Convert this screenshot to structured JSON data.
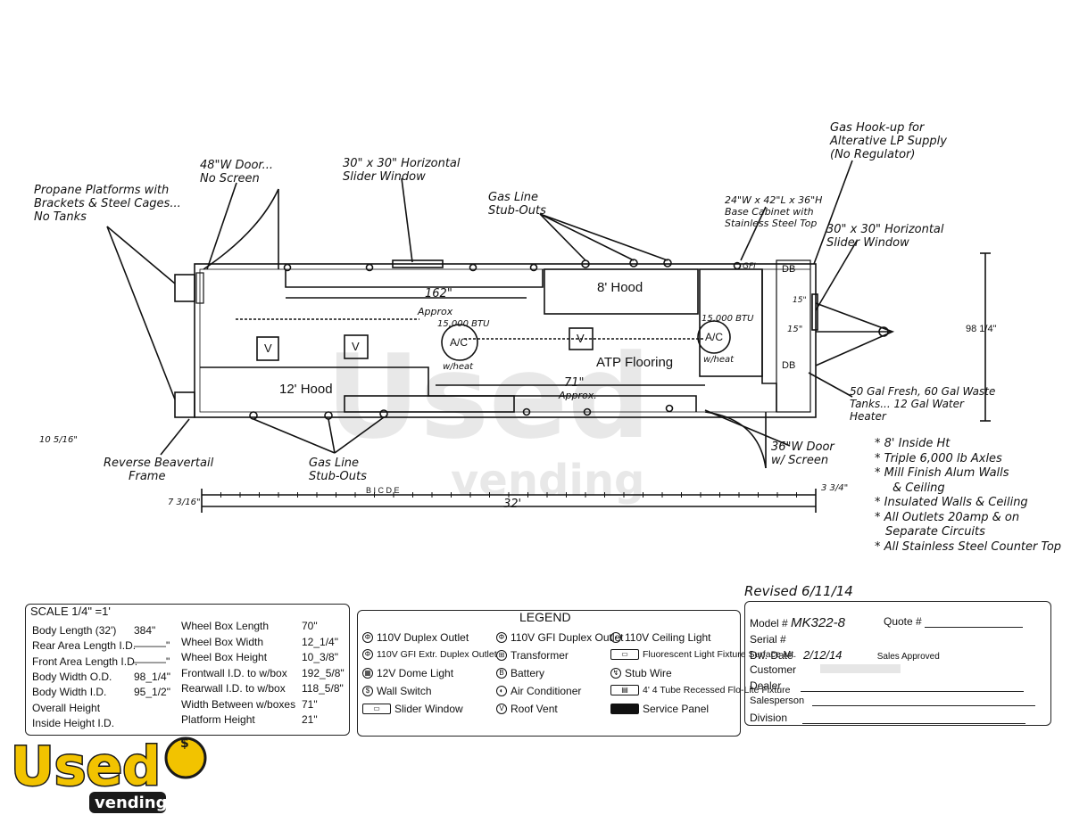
{
  "annotations": {
    "propane": [
      "Propane Platforms with",
      "Brackets & Steel Cages...",
      "No Tanks"
    ],
    "door48": [
      "48\"W Door...",
      "No Screen"
    ],
    "slider_top": [
      "30\" x 30\" Horizontal",
      "Slider Window"
    ],
    "gas_line_top": [
      "Gas Line",
      "Stub-Outs"
    ],
    "base_cabinet": [
      "24\"W x 42\"L x 36\"H",
      "Base Cabinet with",
      "Stainless Steel Top"
    ],
    "gas_hookup": [
      "Gas Hook-up for",
      "Alterative LP Supply",
      "(No Regulator)"
    ],
    "slider_right": [
      "30\" x 30\" Horizontal",
      "Slider Window"
    ],
    "tanks": [
      "50 Gal Fresh, 60 Gal Waste",
      "Tanks... 12 Gal Water",
      "Heater"
    ],
    "door36": [
      "36\"W Door",
      "w/ Screen"
    ],
    "gas_line_bottom": [
      "Gas Line",
      "Stub-Outs"
    ],
    "beavertail": [
      "Reverse Beavertail",
      "Frame"
    ]
  },
  "plan_labels": {
    "hood8": "8' Hood",
    "hood12": "12' Hood",
    "atp": "ATP Flooring",
    "dim162": "162\"",
    "approx1": "Approx",
    "dim71": "71\"",
    "approx2": "Approx.",
    "btu1": "15,000 BTU",
    "btu2": "15,000 BTU",
    "ac": "A/C",
    "w_heat": "w/heat",
    "vent": "V",
    "db": "DB",
    "dim15a": "15\"",
    "dim15b": "15\"",
    "width_dim": "98 1/4\"",
    "length_dim": "32'",
    "dim_10": "10 5/16\"",
    "dim_7": "7 3/16\"",
    "dim_3": "3 3/4\"",
    "gfi": "GFI",
    "ruler_letters": "B  I  C  D  E"
  },
  "features": [
    "* 8' Inside Ht",
    "* Triple 6,000 lb Axles",
    "* Mill Finish Alum Walls",
    "& Ceiling",
    "* Insulated Walls & Ceiling",
    "* All Outlets 20amp & on",
    "Separate Circuits",
    "* All Stainless Steel Counter Top"
  ],
  "scale": "SCALE 1/4\" =1'",
  "specs_left": [
    {
      "label": "Body Length (32')",
      "value": "384\""
    },
    {
      "label": "Rear Area Length I.D.",
      "value": "———\""
    },
    {
      "label": "Front Area Length I.D.",
      "value": "———\""
    },
    {
      "label": "Body Width O.D.",
      "value": "98_1/4\""
    },
    {
      "label": "Body Width I.D.",
      "value": "95_1/2\""
    },
    {
      "label": "Overall Height",
      "value": ""
    },
    {
      "label": "Inside Height I.D.",
      "value": ""
    }
  ],
  "specs_right": [
    {
      "label": "Wheel Box Length",
      "value": "70\""
    },
    {
      "label": "Wheel Box Width",
      "value": "12_1/4\""
    },
    {
      "label": "Wheel Box Height",
      "value": "10_3/8\""
    },
    {
      "label": "Frontwall I.D. to w/box",
      "value": "192_5/8\""
    },
    {
      "label": "Rearwall I.D. to w/box",
      "value": "118_5/8\""
    },
    {
      "label": "Width Between w/boxes",
      "value": "71\""
    },
    {
      "label": "Platform Height",
      "value": "21\""
    }
  ],
  "legend": {
    "title": "LEGEND",
    "items": [
      {
        "icon": "duplex-outlet-icon",
        "label": "110V Duplex Outlet"
      },
      {
        "icon": "gfi-duplex-outlet-icon",
        "label": "110V GFI Duplex Outlet"
      },
      {
        "icon": "ceiling-light-icon",
        "label": "110V Ceiling Light"
      },
      {
        "icon": "gfi-extr-outlet-icon",
        "label": "110V GFI Extr. Duplex Outlet"
      },
      {
        "icon": "transformer-icon",
        "label": "Transformer"
      },
      {
        "icon": "fluorescent-light-icon",
        "label": "Fluorescent Light Fixture Surface Mt."
      },
      {
        "icon": "dome-light-icon",
        "label": "12V Dome Light"
      },
      {
        "icon": "battery-icon",
        "label": "Battery"
      },
      {
        "icon": "stub-wire-icon",
        "label": "Stub Wire"
      },
      {
        "icon": "wall-switch-icon",
        "label": "Wall Switch"
      },
      {
        "icon": "air-conditioner-icon",
        "label": "Air Conditioner"
      },
      {
        "icon": "tube-fixture-icon",
        "label": "4' 4 Tube Recessed Flo-Lite Fixture"
      },
      {
        "icon": "slider-window-icon",
        "label": "Slider Window"
      },
      {
        "icon": "roof-vent-icon",
        "label": "Roof Vent"
      },
      {
        "icon": "service-panel-icon",
        "label": "Service Panel"
      }
    ]
  },
  "title_block": {
    "revised": "Revised 6/11/14",
    "model_label": "Model #",
    "model_value": "MK322-8",
    "quote_label": "Quote #",
    "serial_label": "Serial #",
    "dw_date_label": "Dw. Date",
    "dw_date_value": "2/12/14",
    "sales_approved": "Sales Approved",
    "customer_label": "Customer",
    "dealer_label": "Dealer",
    "salesperson_label": "Salesperson",
    "division_label": "Division"
  },
  "logo": {
    "word": "Used",
    "sub": "vending"
  },
  "colors": {
    "logo_yellow": "#f2c300",
    "logo_dark": "#1a1a1a",
    "ink": "#111111"
  }
}
